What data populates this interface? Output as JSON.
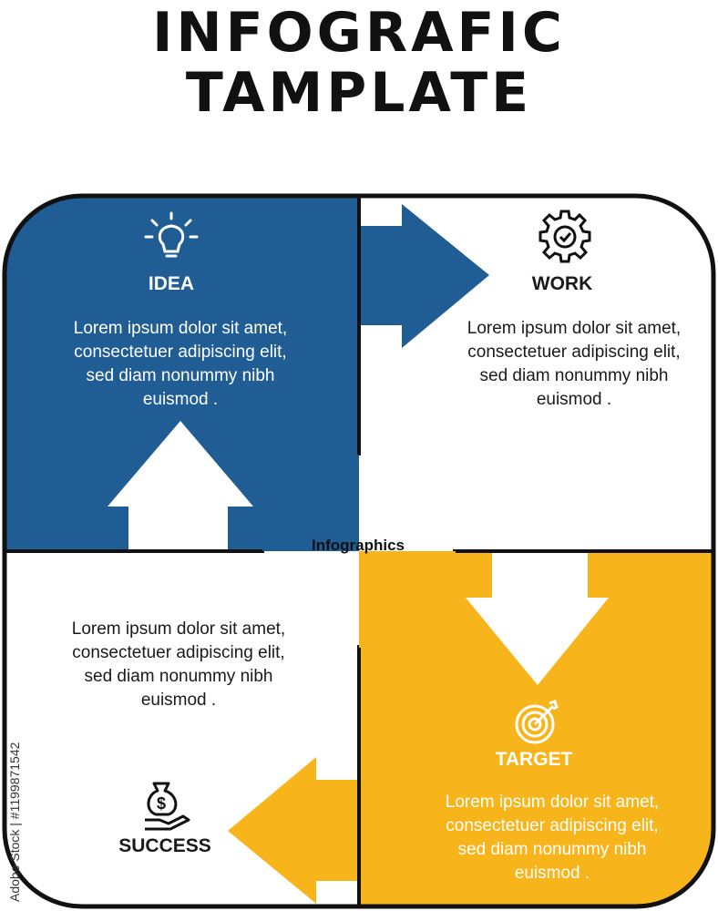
{
  "header": {
    "title_line1": "INFOGRAFIC",
    "title_line2": "TAMPLATE"
  },
  "center": {
    "label": "Infographics"
  },
  "steps": [
    {
      "label": "IDEA",
      "icon": "lightbulb-icon",
      "text": "Lorem ipsum dolor sit amet, consectetuer adipiscing elit, sed diam nonummy nibh euismod .",
      "color": "#1f5d94"
    },
    {
      "label": "WORK",
      "icon": "gear-icon",
      "text": "Lorem ipsum dolor sit amet, consectetuer adipiscing elit, sed diam nonummy nibh euismod .",
      "color": "#ffffff"
    },
    {
      "label": "TARGET",
      "icon": "target-icon",
      "text": "Lorem ipsum dolor sit amet, consectetuer adipiscing elit, sed diam nonummy nibh euismod .",
      "color": "#f8b51b"
    },
    {
      "label": "SUCCESS",
      "icon": "money-bag-icon",
      "text": "Lorem ipsum dolor sit amet, consectetuer adipiscing elit, sed diam nonummy nibh euismod .",
      "color": "#ffffff"
    }
  ],
  "watermark": {
    "text": "Adobe Stock | #1199871542"
  },
  "colors": {
    "blue": "#1f5d94",
    "yellow": "#f8b51b",
    "outline": "#111111"
  }
}
